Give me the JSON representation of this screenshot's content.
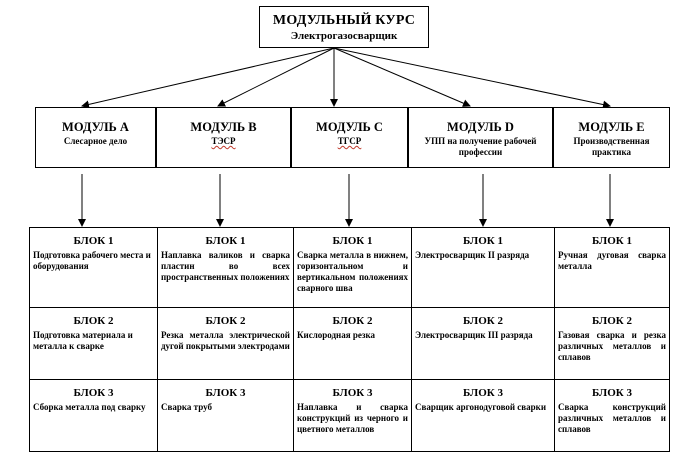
{
  "root": {
    "title": "МОДУЛЬНЫЙ КУРС",
    "subtitle": "Электрогазосварщик"
  },
  "modules": [
    {
      "title": "МОДУЛЬ А",
      "subtitle": "Слесарное дело"
    },
    {
      "title": "МОДУЛЬ B",
      "subtitle": "ТЭСР"
    },
    {
      "title": "МОДУЛЬ C",
      "subtitle": "ТГСР"
    },
    {
      "title": "МОДУЛЬ D",
      "subtitle": "УПП на получение рабочей профессии"
    },
    {
      "title": "МОДУЛЬ E",
      "subtitle": "Производственная практика"
    }
  ],
  "blocks": [
    [
      {
        "title": "БЛОК 1",
        "text": "Подготовка рабочего места и оборудования"
      },
      {
        "title": "БЛОК 2",
        "text": "Подготовка материала и металла к сварке"
      },
      {
        "title": "БЛОК 3",
        "text": "Сборка металла под сварку"
      }
    ],
    [
      {
        "title": "БЛОК 1",
        "text": "Наплавка валиков и сварка пластин во всех пространственных положениях"
      },
      {
        "title": "БЛОК 2",
        "text": "Резка металла электрической дугой покрытыми электродами"
      },
      {
        "title": "БЛОК 3",
        "text": "Сварка труб"
      }
    ],
    [
      {
        "title": "БЛОК 1",
        "text": "Сварка металла в нижнем, горизонтальном и вертикальном положениях сварного шва"
      },
      {
        "title": "БЛОК 2",
        "text": "Кислородная резка"
      },
      {
        "title": "БЛОК 3",
        "text": "Наплавка и сварка конструкций из черного и цветного металлов"
      }
    ],
    [
      {
        "title": "БЛОК 1",
        "text": "Электросварщик II разряда"
      },
      {
        "title": "БЛОК 2",
        "text": "Электросварщик III разряда"
      },
      {
        "title": "БЛОК 3",
        "text": "Сварщик аргонодуговой сварки"
      }
    ],
    [
      {
        "title": "БЛОК 1",
        "text": "Ручная дуговая сварка металла"
      },
      {
        "title": "БЛОК 2",
        "text": "Газовая сварка и резка различных металлов и сплавов"
      },
      {
        "title": "БЛОК 3",
        "text": "Сварка конструкций различных металлов и сплавов"
      }
    ]
  ]
}
